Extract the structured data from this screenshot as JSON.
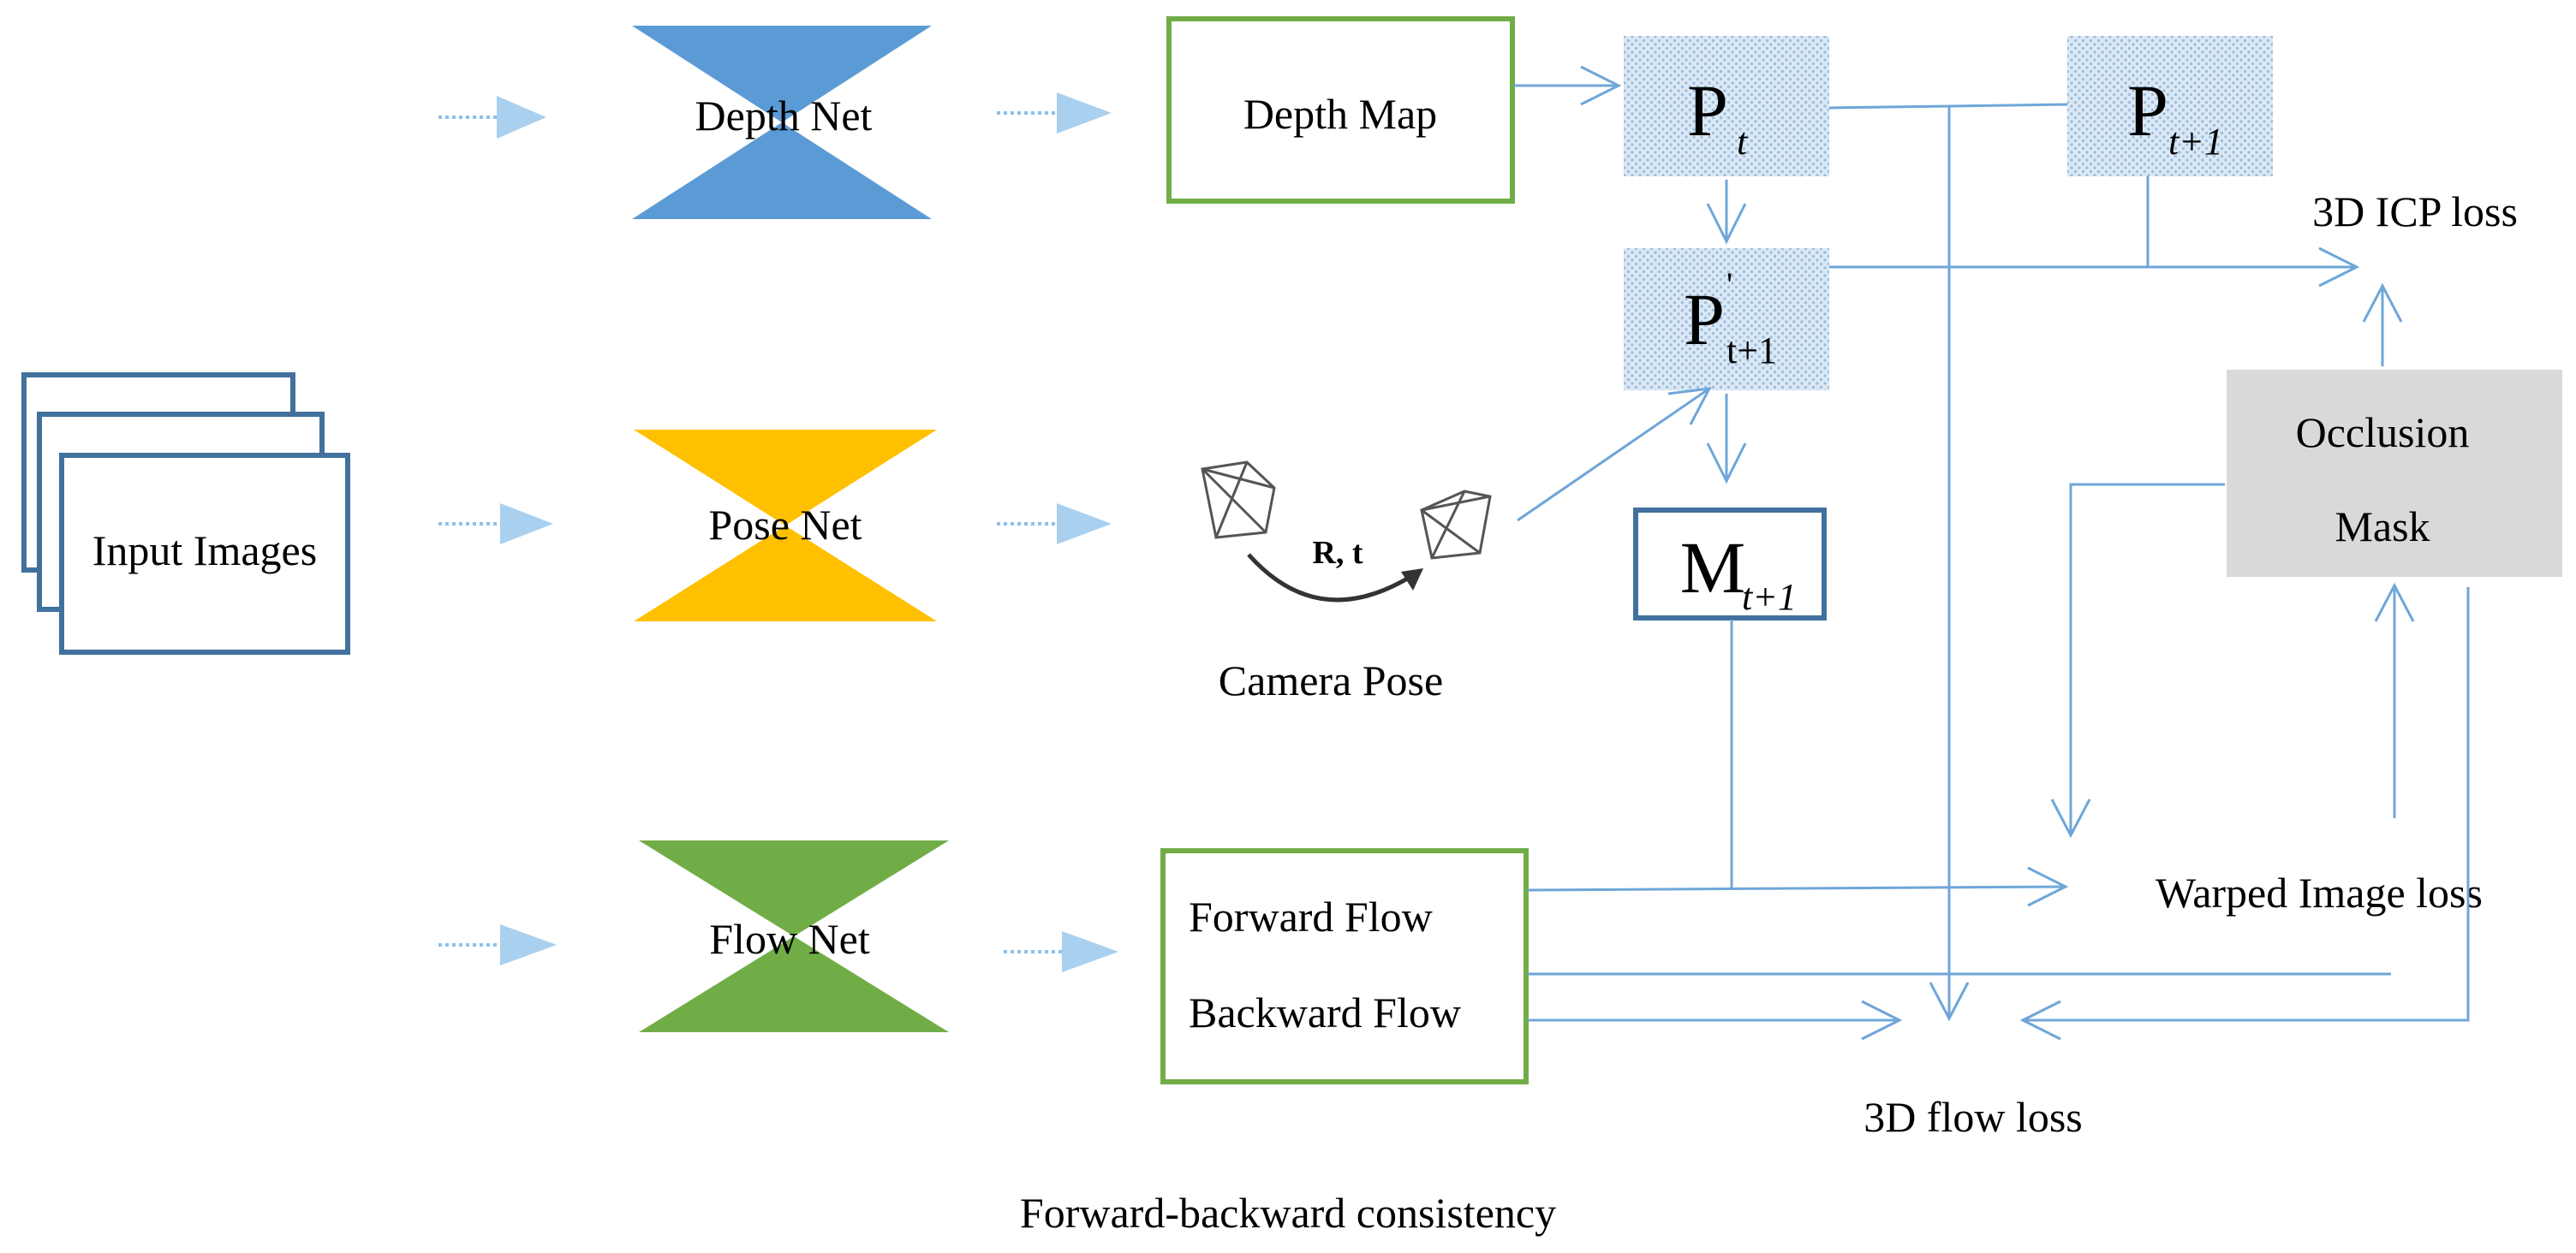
{
  "nodes": {
    "input_images": {
      "label": "Input Images"
    },
    "depth_net": {
      "label": "Depth Net"
    },
    "pose_net": {
      "label": "Pose Net"
    },
    "flow_net": {
      "label": "Flow Net"
    },
    "depth_map": {
      "label": "Depth Map"
    },
    "camera_pose": {
      "label": "Camera Pose",
      "transform_label": "R, t"
    },
    "p_t": {
      "base": "P",
      "sub": "t"
    },
    "p_t1": {
      "base": "P",
      "sub": "t+1"
    },
    "p_prime_t1": {
      "base": "P",
      "prime": "'",
      "sub": "t+1"
    },
    "m_t1": {
      "base": "M",
      "sub": "t+1"
    },
    "occlusion_mask": {
      "line1": "Occlusion",
      "line2": "Mask"
    },
    "flows": {
      "forward": "Forward Flow",
      "backward": "Backward Flow"
    }
  },
  "losses": {
    "icp": "3D ICP loss",
    "warped": "Warped Image loss",
    "flow3d": "3D flow loss"
  },
  "caption": "Forward-backward consistency",
  "colors": {
    "depth_net": "#5b9bd5",
    "pose_net": "#ffc000",
    "flow_net": "#70ad47",
    "green_border": "#70ad47",
    "navy_border": "#41719c",
    "arrow": "#6fa6d8",
    "dotted_fill": "#dce8f4",
    "dotted_dots": "#9bbfe0",
    "mask_fill": "#d9d9d9"
  }
}
